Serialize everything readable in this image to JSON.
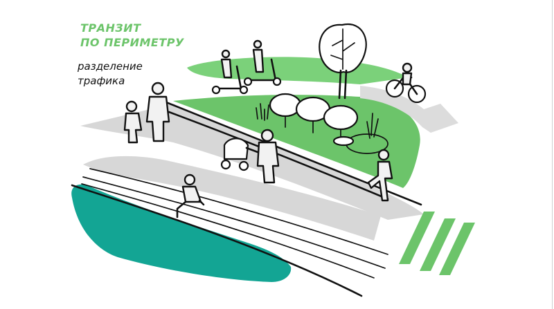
{
  "title": {
    "line1": "ТРАНЗИТ",
    "line2": "ПО ПЕРИМЕТРУ"
  },
  "subtitle": {
    "line1": "разделение",
    "line2": "трафика"
  },
  "colors": {
    "accent_green": "#6cc46a",
    "light_green": "#7bd17a",
    "teal": "#13a594",
    "path_grey": "#d7d7d7",
    "arrow_grey": "#dcdcdc",
    "ink": "#111111"
  },
  "scene": {
    "elements": [
      "pedestrian-path",
      "transit-path",
      "green-lawn",
      "water-area",
      "curb-lines",
      "crosswalk",
      "flow-arrow",
      "scooter-riders",
      "cyclist",
      "tree",
      "shrubs",
      "walking-pair",
      "stroller-parent",
      "seated-person",
      "running-person"
    ]
  }
}
